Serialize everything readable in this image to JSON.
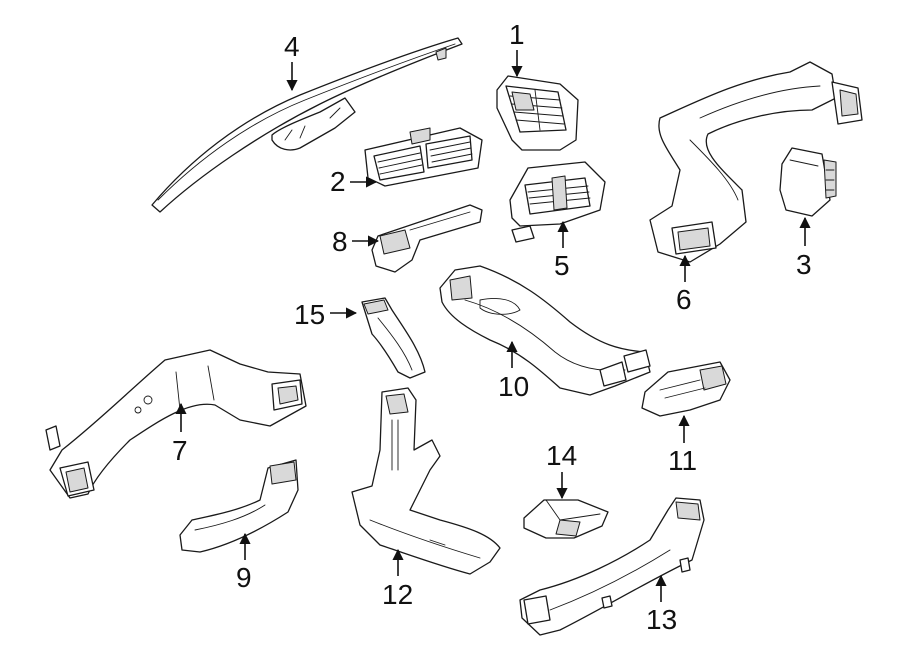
{
  "callouts": [
    {
      "id": "1",
      "label": "1"
    },
    {
      "id": "2",
      "label": "2"
    },
    {
      "id": "3",
      "label": "3"
    },
    {
      "id": "4",
      "label": "4"
    },
    {
      "id": "5",
      "label": "5"
    },
    {
      "id": "6",
      "label": "6"
    },
    {
      "id": "7",
      "label": "7"
    },
    {
      "id": "8",
      "label": "8"
    },
    {
      "id": "9",
      "label": "9"
    },
    {
      "id": "10",
      "label": "10"
    },
    {
      "id": "11",
      "label": "11"
    },
    {
      "id": "12",
      "label": "12"
    },
    {
      "id": "13",
      "label": "13"
    },
    {
      "id": "14",
      "label": "14"
    },
    {
      "id": "15",
      "label": "15"
    }
  ],
  "colors": {
    "line": "#1a1a1a",
    "background": "#ffffff",
    "shade": "#d9d9d9"
  }
}
